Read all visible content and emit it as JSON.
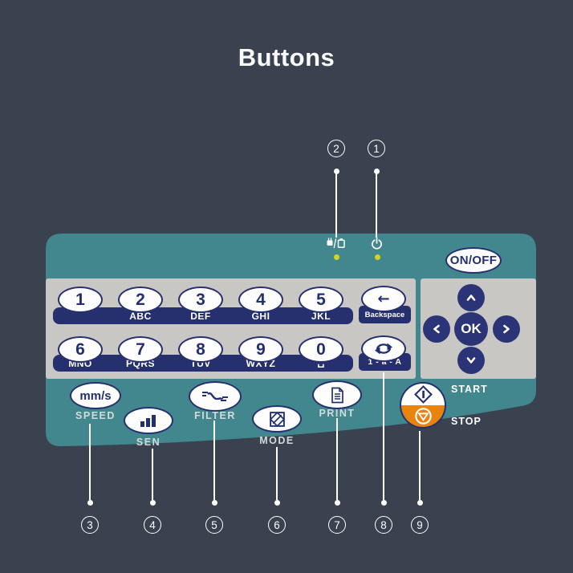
{
  "title": "Buttons",
  "colors": {
    "background": "#3a4250",
    "panel_teal": "#41878d",
    "keypad_gray": "#c8c7c3",
    "navy": "#27306f",
    "orange": "#e8830f",
    "led_yellow": "#d6d31d",
    "callout_white": "#ffffff"
  },
  "panel": {
    "indicators": {
      "power_source": {
        "icon": "plug-battery-icon"
      },
      "standby": {
        "icon": "power-icon"
      }
    },
    "on_off": {
      "label": "ON/OFF"
    },
    "keypad": {
      "row1": [
        {
          "num": "1",
          "letters": ""
        },
        {
          "num": "2",
          "letters": "ABC"
        },
        {
          "num": "3",
          "letters": "DEF"
        },
        {
          "num": "4",
          "letters": "GHI"
        },
        {
          "num": "5",
          "letters": "JKL"
        }
      ],
      "backspace": {
        "arrow": "←",
        "label": "Backspace"
      },
      "row2": [
        {
          "num": "6",
          "letters": "MNO"
        },
        {
          "num": "7",
          "letters": "PQRS"
        },
        {
          "num": "8",
          "letters": "TUV"
        },
        {
          "num": "9",
          "letters": "WXYZ"
        },
        {
          "num": "0",
          "letters": "␣"
        }
      ],
      "input_toggle": {
        "icon": "cycle-icon",
        "label": "1 - a - A"
      }
    },
    "nav": {
      "ok": "OK"
    },
    "function_buttons": {
      "speed": {
        "button_text": "mm/s",
        "label": "SPEED"
      },
      "sen": {
        "icon": "bars-icon",
        "label": "SEN"
      },
      "filter": {
        "icon": "wave-icon",
        "label": "FILTER"
      },
      "mode": {
        "icon": "pattern-icon",
        "label": "MODE"
      },
      "print": {
        "icon": "document-icon",
        "label": "PRINT"
      },
      "start_stop": {
        "start_icon": "diamond-bar-icon",
        "stop_icon": "circle-triangle-icon",
        "start_label": "START",
        "stop_label": "STOP"
      }
    }
  },
  "callouts": {
    "top": [
      {
        "n": "2"
      },
      {
        "n": "1"
      }
    ],
    "bottom": [
      {
        "n": "3"
      },
      {
        "n": "4"
      },
      {
        "n": "5"
      },
      {
        "n": "6"
      },
      {
        "n": "7"
      },
      {
        "n": "8"
      },
      {
        "n": "9"
      }
    ]
  }
}
